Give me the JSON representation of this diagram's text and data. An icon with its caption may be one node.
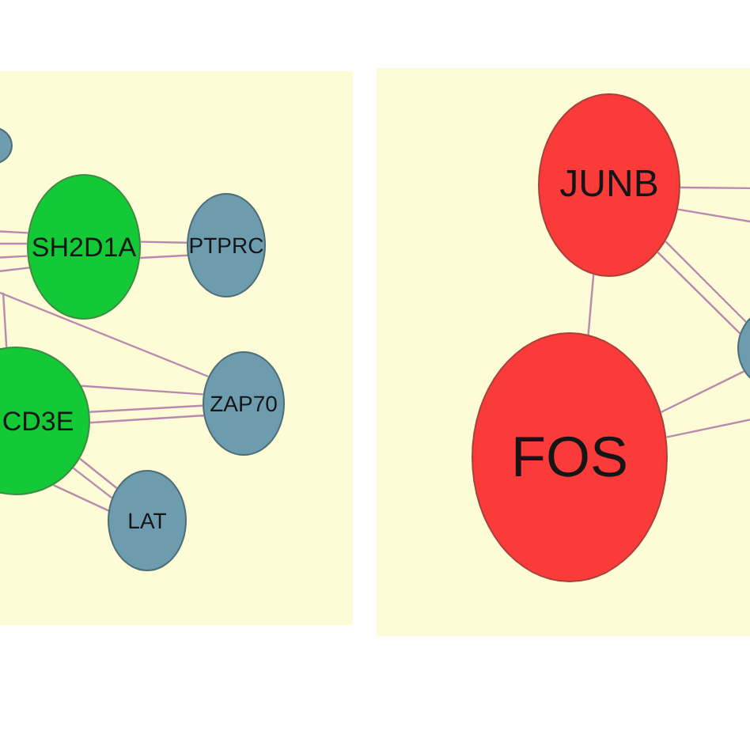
{
  "diagram": {
    "nodes": [
      {
        "text": [],
        "shape": "box"
      },
      {
        "text": [],
        "shape": "circle",
        "in": 0
      },
      {
        "text": [
          "SH2D1A"
        ],
        "in": 0
      },
      {
        "text": [
          "PTPRC"
        ],
        "in": 0
      },
      {
        "text": [
          "CD3E"
        ],
        "in": 0
      },
      {
        "text": [
          "ZAP70"
        ],
        "in": 0
      },
      {
        "text": [
          "LAT"
        ],
        "in": 0
      },
      {
        "text": [],
        "shape": "box"
      },
      {
        "text": [
          "JUNB"
        ],
        "in": 7
      },
      {
        "text": [],
        "shape": "circle",
        "in": 7
      },
      {
        "text": [
          "FOS"
        ],
        "in": 7
      }
    ],
    "edges": [
      {
        "from": null,
        "to": 2,
        "arrow": "none"
      },
      {
        "from": null,
        "to": 2,
        "arrow": "none"
      },
      {
        "from": null,
        "to": 2,
        "arrow": "none"
      },
      {
        "from": null,
        "to": 2,
        "arrow": "none"
      },
      {
        "from": 2,
        "to": 3,
        "arrow": "none"
      },
      {
        "from": 2,
        "to": 3,
        "arrow": "none"
      },
      {
        "from": null,
        "to": 5,
        "arrow": "none"
      },
      {
        "from": null,
        "to": 4,
        "arrow": "none"
      },
      {
        "from": 4,
        "to": 5,
        "arrow": "none"
      },
      {
        "from": 4,
        "to": 5,
        "arrow": "none"
      },
      {
        "from": 4,
        "to": 5,
        "arrow": "none"
      },
      {
        "from": 4,
        "to": 6,
        "arrow": "none"
      },
      {
        "from": 4,
        "to": 6,
        "arrow": "none"
      },
      {
        "from": 4,
        "to": 6,
        "arrow": "none"
      },
      {
        "from": 8,
        "to": 10,
        "arrow": "none"
      },
      {
        "from": 8,
        "to": null,
        "arrow": "none"
      },
      {
        "from": 8,
        "to": null,
        "arrow": "none"
      },
      {
        "from": 8,
        "to": 9,
        "arrow": "none"
      },
      {
        "from": 8,
        "to": 9,
        "arrow": "none"
      },
      {
        "from": 10,
        "to": 9,
        "arrow": "none"
      },
      {
        "from": 10,
        "to": null,
        "arrow": "none"
      }
    ]
  }
}
